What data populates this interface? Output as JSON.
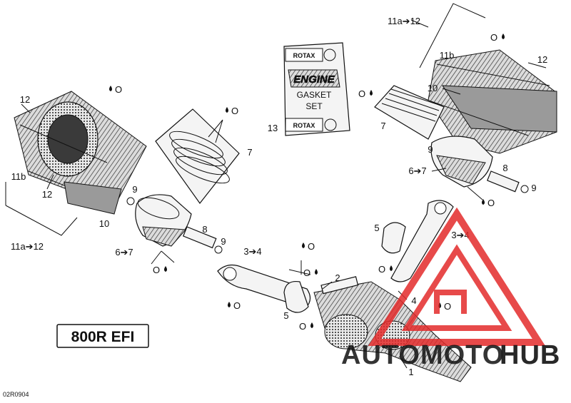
{
  "model_label": "800R EFI",
  "image_code": "02R0904",
  "kit": {
    "brand_top": "ROTAX",
    "line1": "ENGINE",
    "line2": "GASKET",
    "line3": "SET",
    "brand_bottom": "ROTAX",
    "ref": "13"
  },
  "callouts": {
    "c11a_12_top": "11a➔12",
    "c11b_top": "11b",
    "c12_top": "12",
    "c10_top": "10",
    "c7_right": "7",
    "c9_right": "9",
    "c6_7_right": "6➔7",
    "c8_right": "8",
    "c9b_right": "9",
    "c12_left": "12",
    "c11b_left": "11b",
    "c12b_left": "12",
    "c10_left": "10",
    "c11a_12_left": "11a➔12",
    "c7_left": "7",
    "c9_left": "9",
    "c8_left": "8",
    "c9b_left": "9",
    "c6_7_left": "6➔7",
    "c3_4_left": "3➔4",
    "c2": "2",
    "c5_left": "5",
    "c5_right": "5",
    "c3_4_right": "3➔4",
    "c4": "4",
    "c1": "1"
  },
  "oil_marks": {
    "o1": "O",
    "o2": "O",
    "o3": "O",
    "o4": "O",
    "o5": "O",
    "o6": "O",
    "o7": "O",
    "o8": "O",
    "o9": "O",
    "o10": "O",
    "o11": "O",
    "o12": "O",
    "o13": "O",
    "o14": "O"
  },
  "watermark": {
    "part1": "AUTOMOTO",
    "part2": "HUB"
  },
  "colors": {
    "watermark_red": "#e32b2b",
    "watermark_orange": "#f0a23a",
    "watermark_gray": "#6e6e6e",
    "ink": "#111111"
  }
}
